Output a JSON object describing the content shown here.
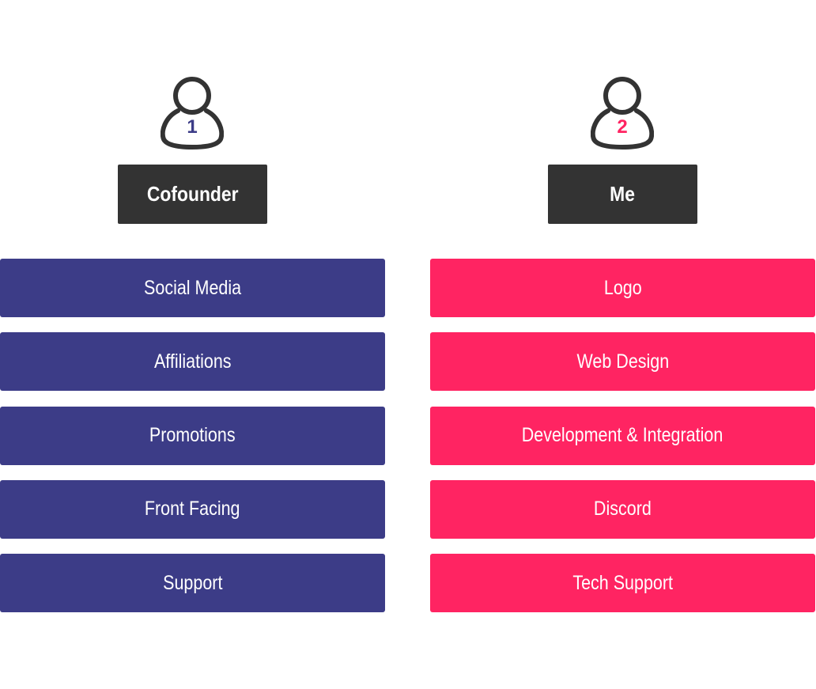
{
  "colors": {
    "left_accent": "#3c3c87",
    "right_accent": "#ff2462",
    "name_box": "#333333",
    "icon_stroke": "#333333"
  },
  "left": {
    "icon": "person-icon",
    "number": "1",
    "name": "Cofounder",
    "tasks": [
      "Social Media",
      "Affiliations",
      "Promotions",
      "Front Facing",
      "Support"
    ]
  },
  "right": {
    "icon": "person-icon",
    "number": "2",
    "name": "Me",
    "tasks": [
      "Logo",
      "Web Design",
      "Development & Integration",
      "Discord",
      "Tech Support"
    ]
  }
}
